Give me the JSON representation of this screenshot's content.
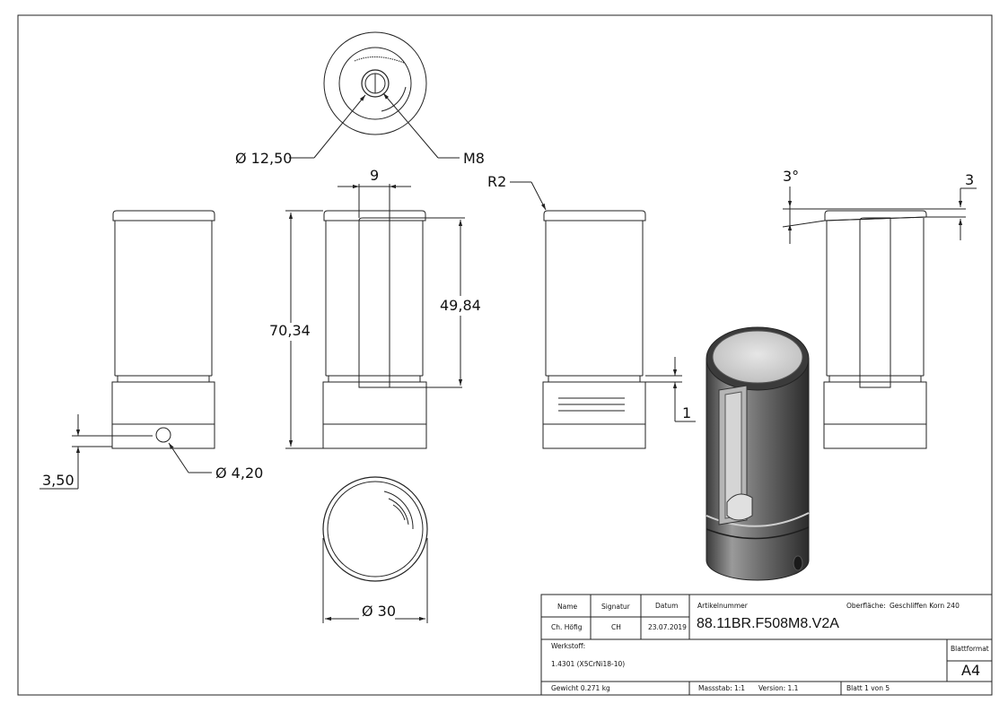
{
  "dimensions": {
    "diameter_top": "Ø 12,50",
    "thread": "M8",
    "width_slot": "9",
    "radius": "R2",
    "angle": "3°",
    "offset_right": "3",
    "height_total": "70,34",
    "height_slot": "49,84",
    "step": "1",
    "hole_offset": "3,50",
    "hole_diameter": "Ø 4,20",
    "diameter_bottom": "Ø 30"
  },
  "title_block": {
    "header_name": "Name",
    "header_signatur": "Signatur",
    "header_datum": "Datum",
    "name_value": "Ch. Höfig",
    "signatur_value": "CH",
    "datum_value": "23.07.2019",
    "artikel_label": "Artikelnummer",
    "artikel_value": "88.11BR.F508M8.V2A",
    "oberflaeche_label": "Oberfläche:",
    "oberflaeche_value": "Geschliffen Korn 240",
    "werkstoff_label": "Werkstoff:",
    "werkstoff_value": "1.4301 (X5CrNi18-10)",
    "blattformat_label": "Blattformat",
    "blattformat_value": "A4",
    "gewicht": "Gewicht 0.271 kg",
    "massstab": "Massstab: 1:1",
    "version": "Version: 1.1",
    "blatt": "Blatt 1 von 5"
  }
}
